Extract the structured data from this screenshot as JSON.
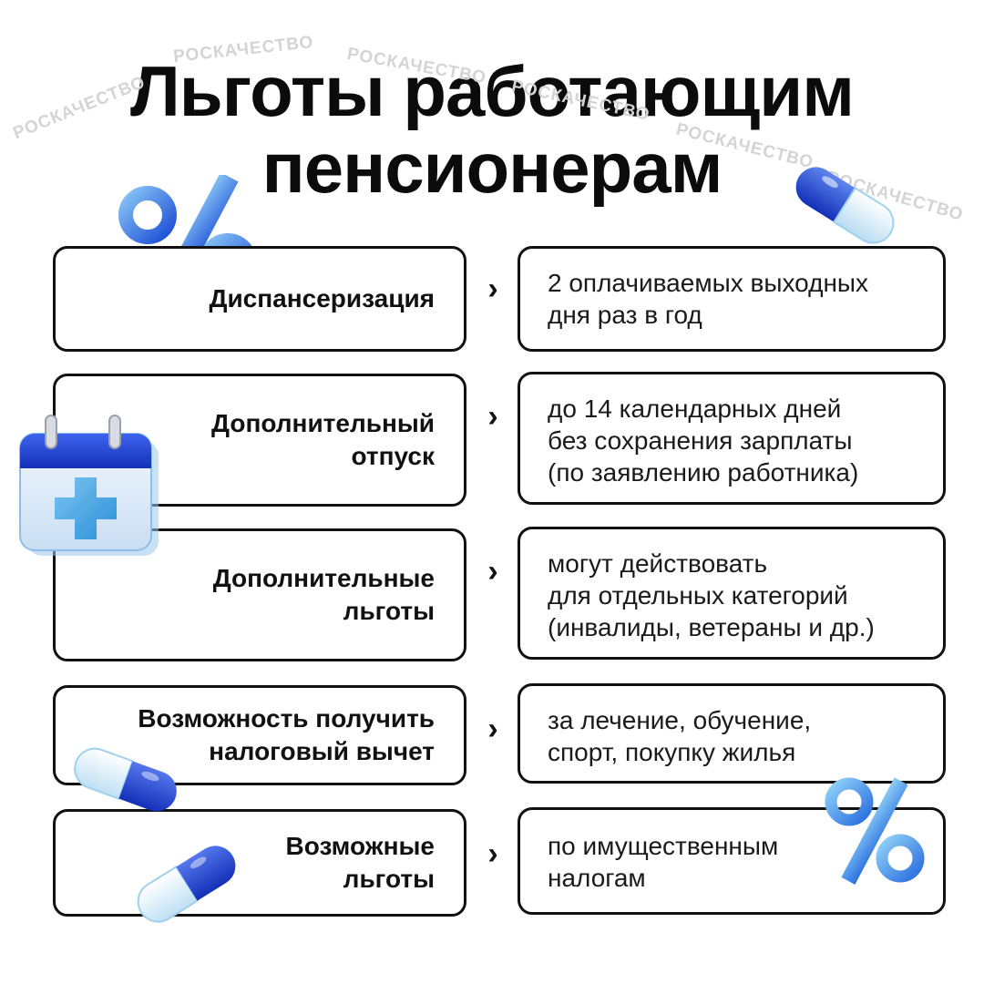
{
  "title": {
    "line1": "Льготы работающим",
    "line2": "пенсионерам"
  },
  "watermark": "РОСКАЧЕСТВО",
  "rows": [
    {
      "label": [
        "Диспансеризация"
      ],
      "description": [
        "2 оплачиваемых выходных",
        "дня раз в год"
      ]
    },
    {
      "label": [
        "Дополнительный",
        "отпуск"
      ],
      "description": [
        "до 14 календарных дней",
        "без сохранения зарплаты",
        "(по заявлению работника)"
      ]
    },
    {
      "label": [
        "Дополнительные",
        "льготы"
      ],
      "description": [
        "могут действовать",
        "для отдельных категорий",
        "(инвалиды, ветераны и др.)"
      ]
    },
    {
      "label": [
        "Возможность получить",
        "налоговый вычет"
      ],
      "description": [
        "за лечение, обучение,",
        "спорт, покупку жилья"
      ]
    },
    {
      "label": [
        "Возможные",
        "льготы"
      ],
      "description": [
        "по имущественным",
        "налогам"
      ]
    }
  ],
  "arrow_glyph": "›",
  "decorations": {
    "percent_icon": "percent-icon",
    "pill_icon": "pill-icon",
    "calendar_icon": "calendar-medical-icon"
  },
  "colors": {
    "accent_blue": "#1e3fd8",
    "light_blue": "#5aa0ea",
    "text": "#111111",
    "border": "#111111",
    "watermark": "#d4d4d4"
  }
}
